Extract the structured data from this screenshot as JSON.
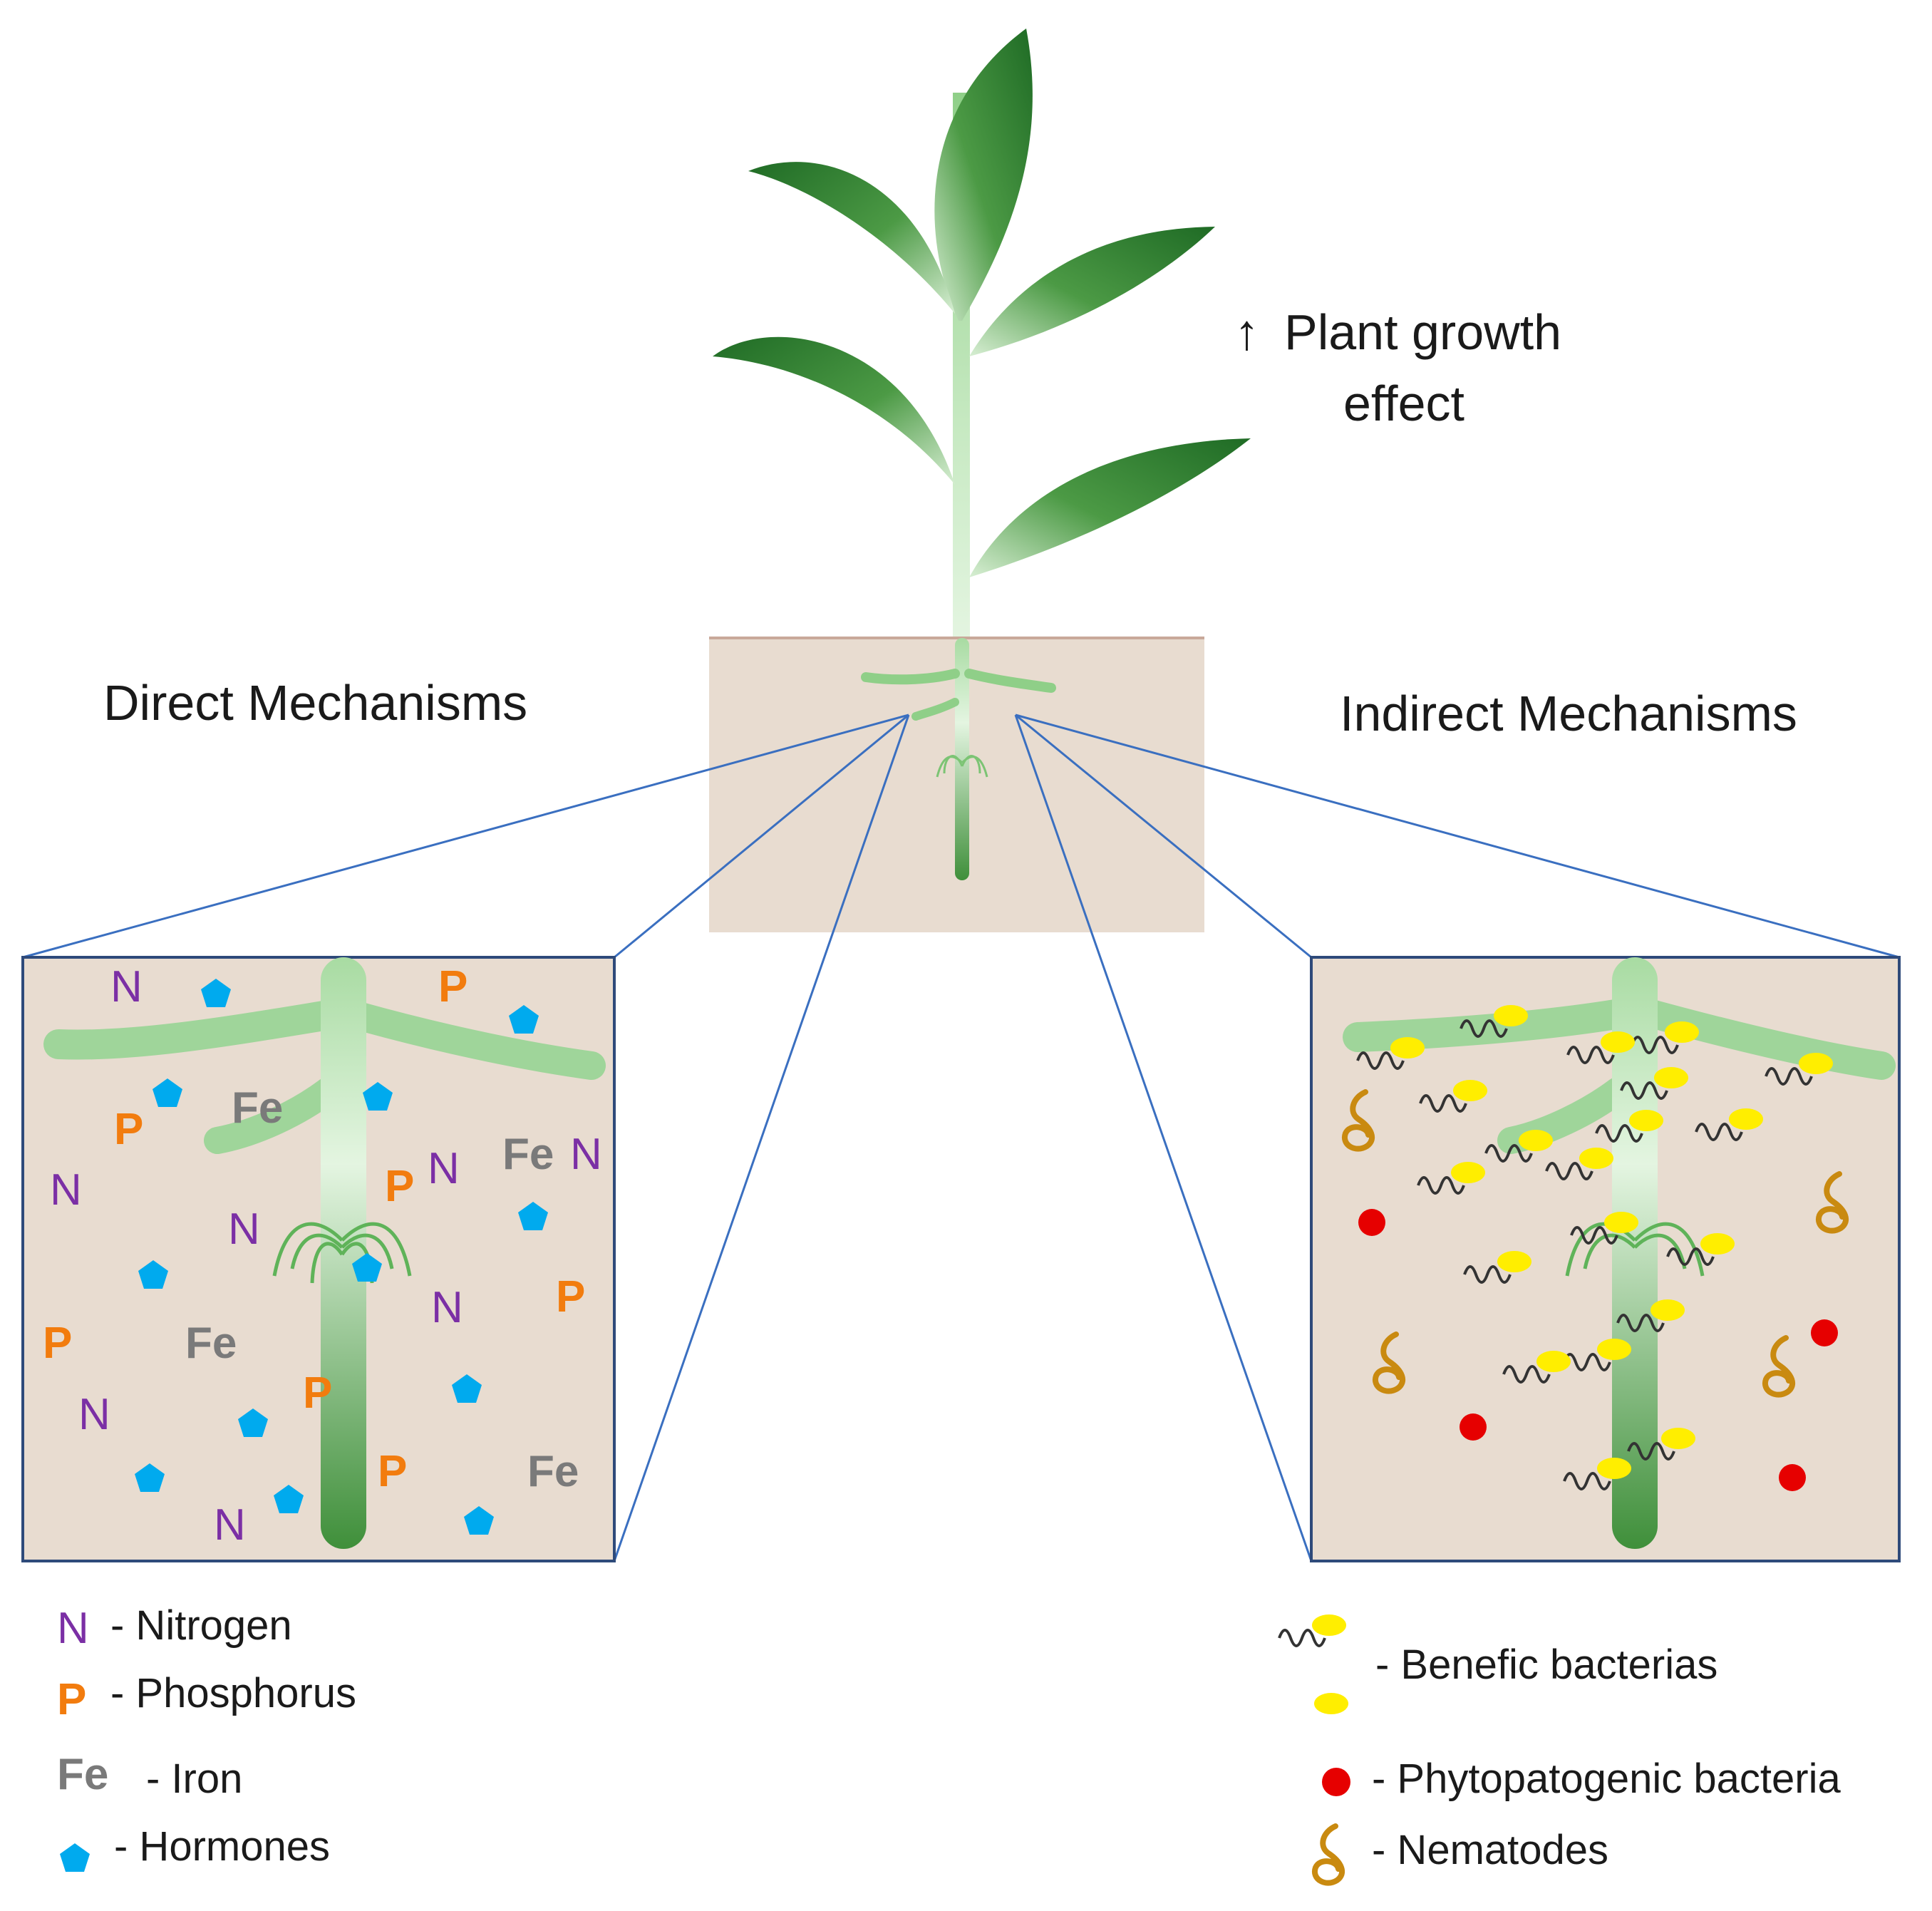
{
  "labels": {
    "growth_arrow": "↑",
    "growth_line1": "Plant growth",
    "growth_line2": "effect",
    "direct": "Direct Mechanisms",
    "indirect": "Indirect Mechanisms"
  },
  "nutrients": {
    "nitrogen": {
      "symbol": "N",
      "color": "#7b2fa5"
    },
    "phosphorus": {
      "symbol": "P",
      "color": "#f27c0e"
    },
    "iron": {
      "symbol": "Fe",
      "color": "#7a7a7a"
    }
  },
  "legend_left": [
    {
      "symbol": "N",
      "text": "- Nitrogen"
    },
    {
      "symbol": "P",
      "text": "- Phosphorus"
    },
    {
      "symbol": "Fe",
      "text": "- Iron"
    },
    {
      "icon": "hormone-pentagon-icon",
      "text": "- Hormones"
    }
  ],
  "legend_right": [
    {
      "icon": "benefic-bacteria-icon",
      "text": "- Benefic bacterias"
    },
    {
      "icon": "phytopathogenic-bacteria-icon",
      "text": "- Phytopatogenic bacteria"
    },
    {
      "icon": "nematode-icon",
      "text": "- Nematodes"
    }
  ],
  "colors": {
    "soil": "#e8dcd0",
    "soil_border": "#2e4a7a",
    "zoom_line": "#3a6fc0",
    "hormone": "#00aaee",
    "benefic_bacteria": "#ffee00",
    "phytopathogenic_bacteria": "#e60000",
    "nematode": "#c98a10",
    "leaf": "#3f8a3a",
    "stem": "#9fd59a"
  }
}
